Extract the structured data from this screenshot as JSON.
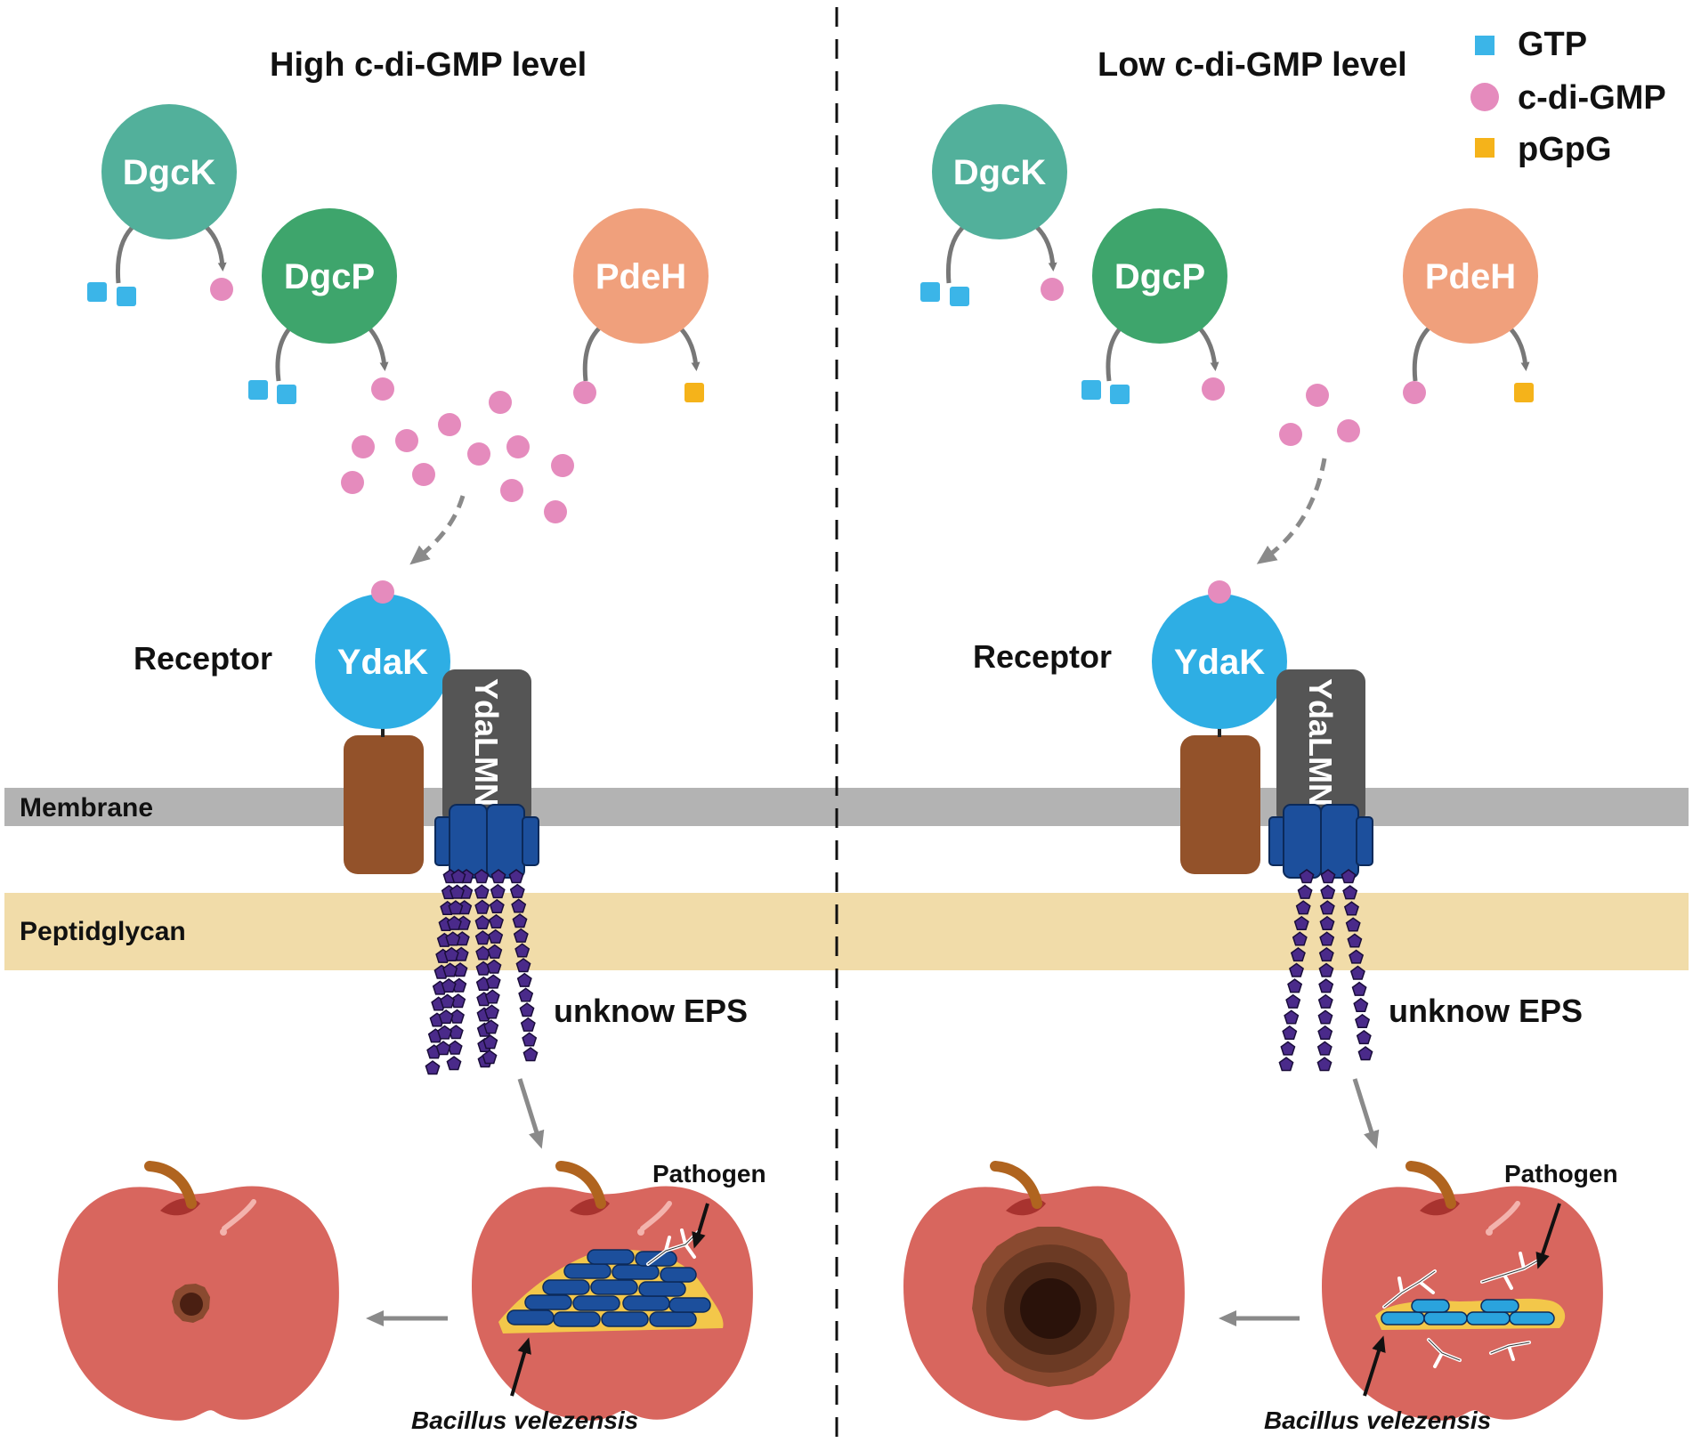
{
  "panels": [
    {
      "title": "High c-di-GMP level",
      "receptor_label": "Receptor",
      "receptor_name": "YdaK",
      "channel_name": "YdaLMN",
      "eps_label": "unknow EPS",
      "pathogen_label": "Pathogen",
      "bacillus_label": "Bacillus velezensis"
    },
    {
      "title": "Low c-di-GMP level",
      "receptor_label": "Receptor",
      "receptor_name": "YdaK",
      "channel_name": "YdaLMN",
      "eps_label": "unknow EPS",
      "pathogen_label": "Pathogen",
      "bacillus_label": "Bacillus velezensis"
    }
  ],
  "enzymes": {
    "dgck": "DgcK",
    "dgcp": "DgcP",
    "pdeh": "PdeH"
  },
  "layers": {
    "membrane": "Membrane",
    "peptidoglycan": "Peptidglycan"
  },
  "legend": {
    "gtp": "GTP",
    "cdigmp": "c-di-GMP",
    "pgpg": "pGpG"
  },
  "colors": {
    "dgck": "#52b09b",
    "dgcp": "#3ea56c",
    "pdeh": "#f0a07c",
    "gtp": "#3bb5e8",
    "cdigmp": "#e58bbd",
    "pgpg": "#f5b31a",
    "ydak": "#2eaee4",
    "ydalmn": "#555555",
    "receptor_anchor": "#93522a",
    "channel_blue": "#1c4f9c",
    "eps": "#4a2a8a",
    "membrane": "#b3b3b3",
    "peptidoglycan": "#f1dca9",
    "apple": "#d8665e"
  }
}
